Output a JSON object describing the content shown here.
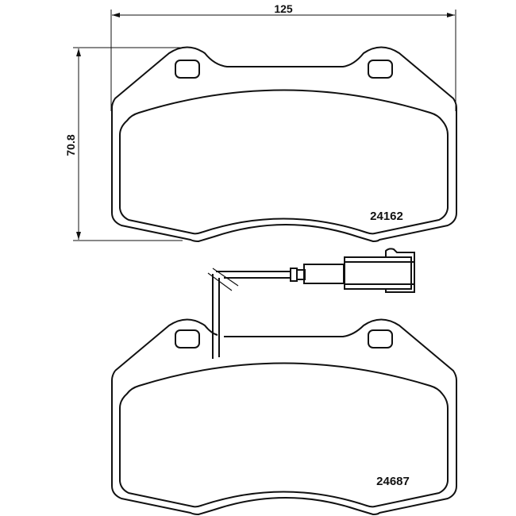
{
  "diagram": {
    "type": "technical-drawing",
    "subject": "brake pad set with wear sensor",
    "dimensions": {
      "width": {
        "value": "125",
        "label": "125"
      },
      "height": {
        "value": "70.8",
        "label": "70.8"
      }
    },
    "parts": [
      {
        "name": "upper-pad",
        "part_number": "24162"
      },
      {
        "name": "lower-pad",
        "part_number": "24687",
        "has_wear_sensor": true
      }
    ],
    "colors": {
      "line": "#111111",
      "background": "#ffffff"
    }
  }
}
